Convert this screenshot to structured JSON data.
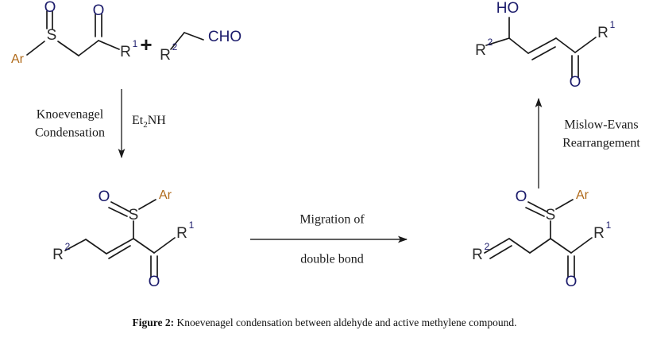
{
  "figure": {
    "caption_label": "Figure 2:",
    "caption_text": " Knoevenagel condensation between aldehyde and active methylene compound."
  },
  "colors": {
    "heteroatom": "#1b1b6b",
    "aryl": "#b06a1a",
    "bond": "#1a1a1a",
    "background": "#ffffff"
  },
  "scheme": {
    "reactants": {
      "sulfoxide": {
        "name": "aryl-sulfinyl-ketone",
        "labels": {
          "ar": "Ar",
          "s": "S",
          "o_sulfoxide": "O",
          "o_ketone": "O",
          "r1": "R",
          "r1_sup": "1"
        }
      },
      "plus": "+",
      "aldehyde": {
        "name": "aldehyde",
        "labels": {
          "r2": "R",
          "r2_sup": "2",
          "cho": "CHO"
        }
      }
    },
    "product": {
      "name": "hydroxy-enone",
      "labels": {
        "ho": "HO",
        "r2": "R",
        "r2_sup": "2",
        "o_ketone": "O",
        "r1": "R",
        "r1_sup": "1"
      }
    },
    "intermediate_left": {
      "name": "knoevenagel-adduct",
      "labels": {
        "o_sulfoxide": "O",
        "s": "S",
        "ar": "Ar",
        "r2": "R",
        "r2_sup": "2",
        "r1": "R",
        "r1_sup": "1",
        "o_ketone": "O"
      }
    },
    "intermediate_right": {
      "name": "allylic-sulfoxide",
      "labels": {
        "o_sulfoxide": "O",
        "s": "S",
        "ar": "Ar",
        "r2": "R",
        "r2_sup": "2",
        "r1": "R",
        "r1_sup": "1",
        "o_ketone": "O"
      }
    },
    "arrows": {
      "down": {
        "name": "knoevenagel-arrow",
        "label_line1": "Knoevenagel",
        "label_line2": "Condensation",
        "reagent": "Et",
        "reagent_sub": "2",
        "reagent_tail": "NH"
      },
      "right": {
        "name": "migration-arrow",
        "label_line1": "Migration of",
        "label_line2": "double bond"
      },
      "up": {
        "name": "mislow-evans-arrow",
        "label_line1": "Mislow-Evans",
        "label_line2": "Rearrangement"
      }
    }
  }
}
